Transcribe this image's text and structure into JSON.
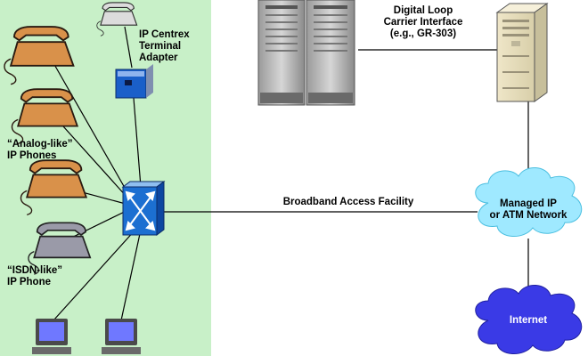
{
  "colors": {
    "premises_bg": "#c8f0c8",
    "phone_body": "#d9914a",
    "phone_dark": "#2a1a10",
    "switch_blue": "#1c6fd1",
    "adapter_blue": "#1a5fc9",
    "cloud_cyan": "#9fe9ff",
    "cloud_purple": "#3a3ae6",
    "internet_text": "#ffffff"
  },
  "labels": {
    "ip_centrex_adapter": [
      "IP Centrex",
      "Terminal",
      "Adapter"
    ],
    "dlc_interface": [
      "Digital Loop",
      "Carrier Interface",
      "(e.g., GR-303)"
    ],
    "analog_phones": [
      "“Analog-like”",
      "IP Phones"
    ],
    "isdn_phone": [
      "“ISDN-like”",
      "IP Phone"
    ],
    "broadband": "Broadband Access Facility",
    "managed_network": [
      "Managed IP",
      "or ATM Network"
    ],
    "internet": "Internet"
  },
  "icons": {
    "racks": "server-rack-icon",
    "switch": "network-switch-icon",
    "adapter": "terminal-adapter-icon",
    "tower": "pc-tower-icon",
    "phones": "telephone-icon",
    "computers": "computer-monitor-icon"
  }
}
